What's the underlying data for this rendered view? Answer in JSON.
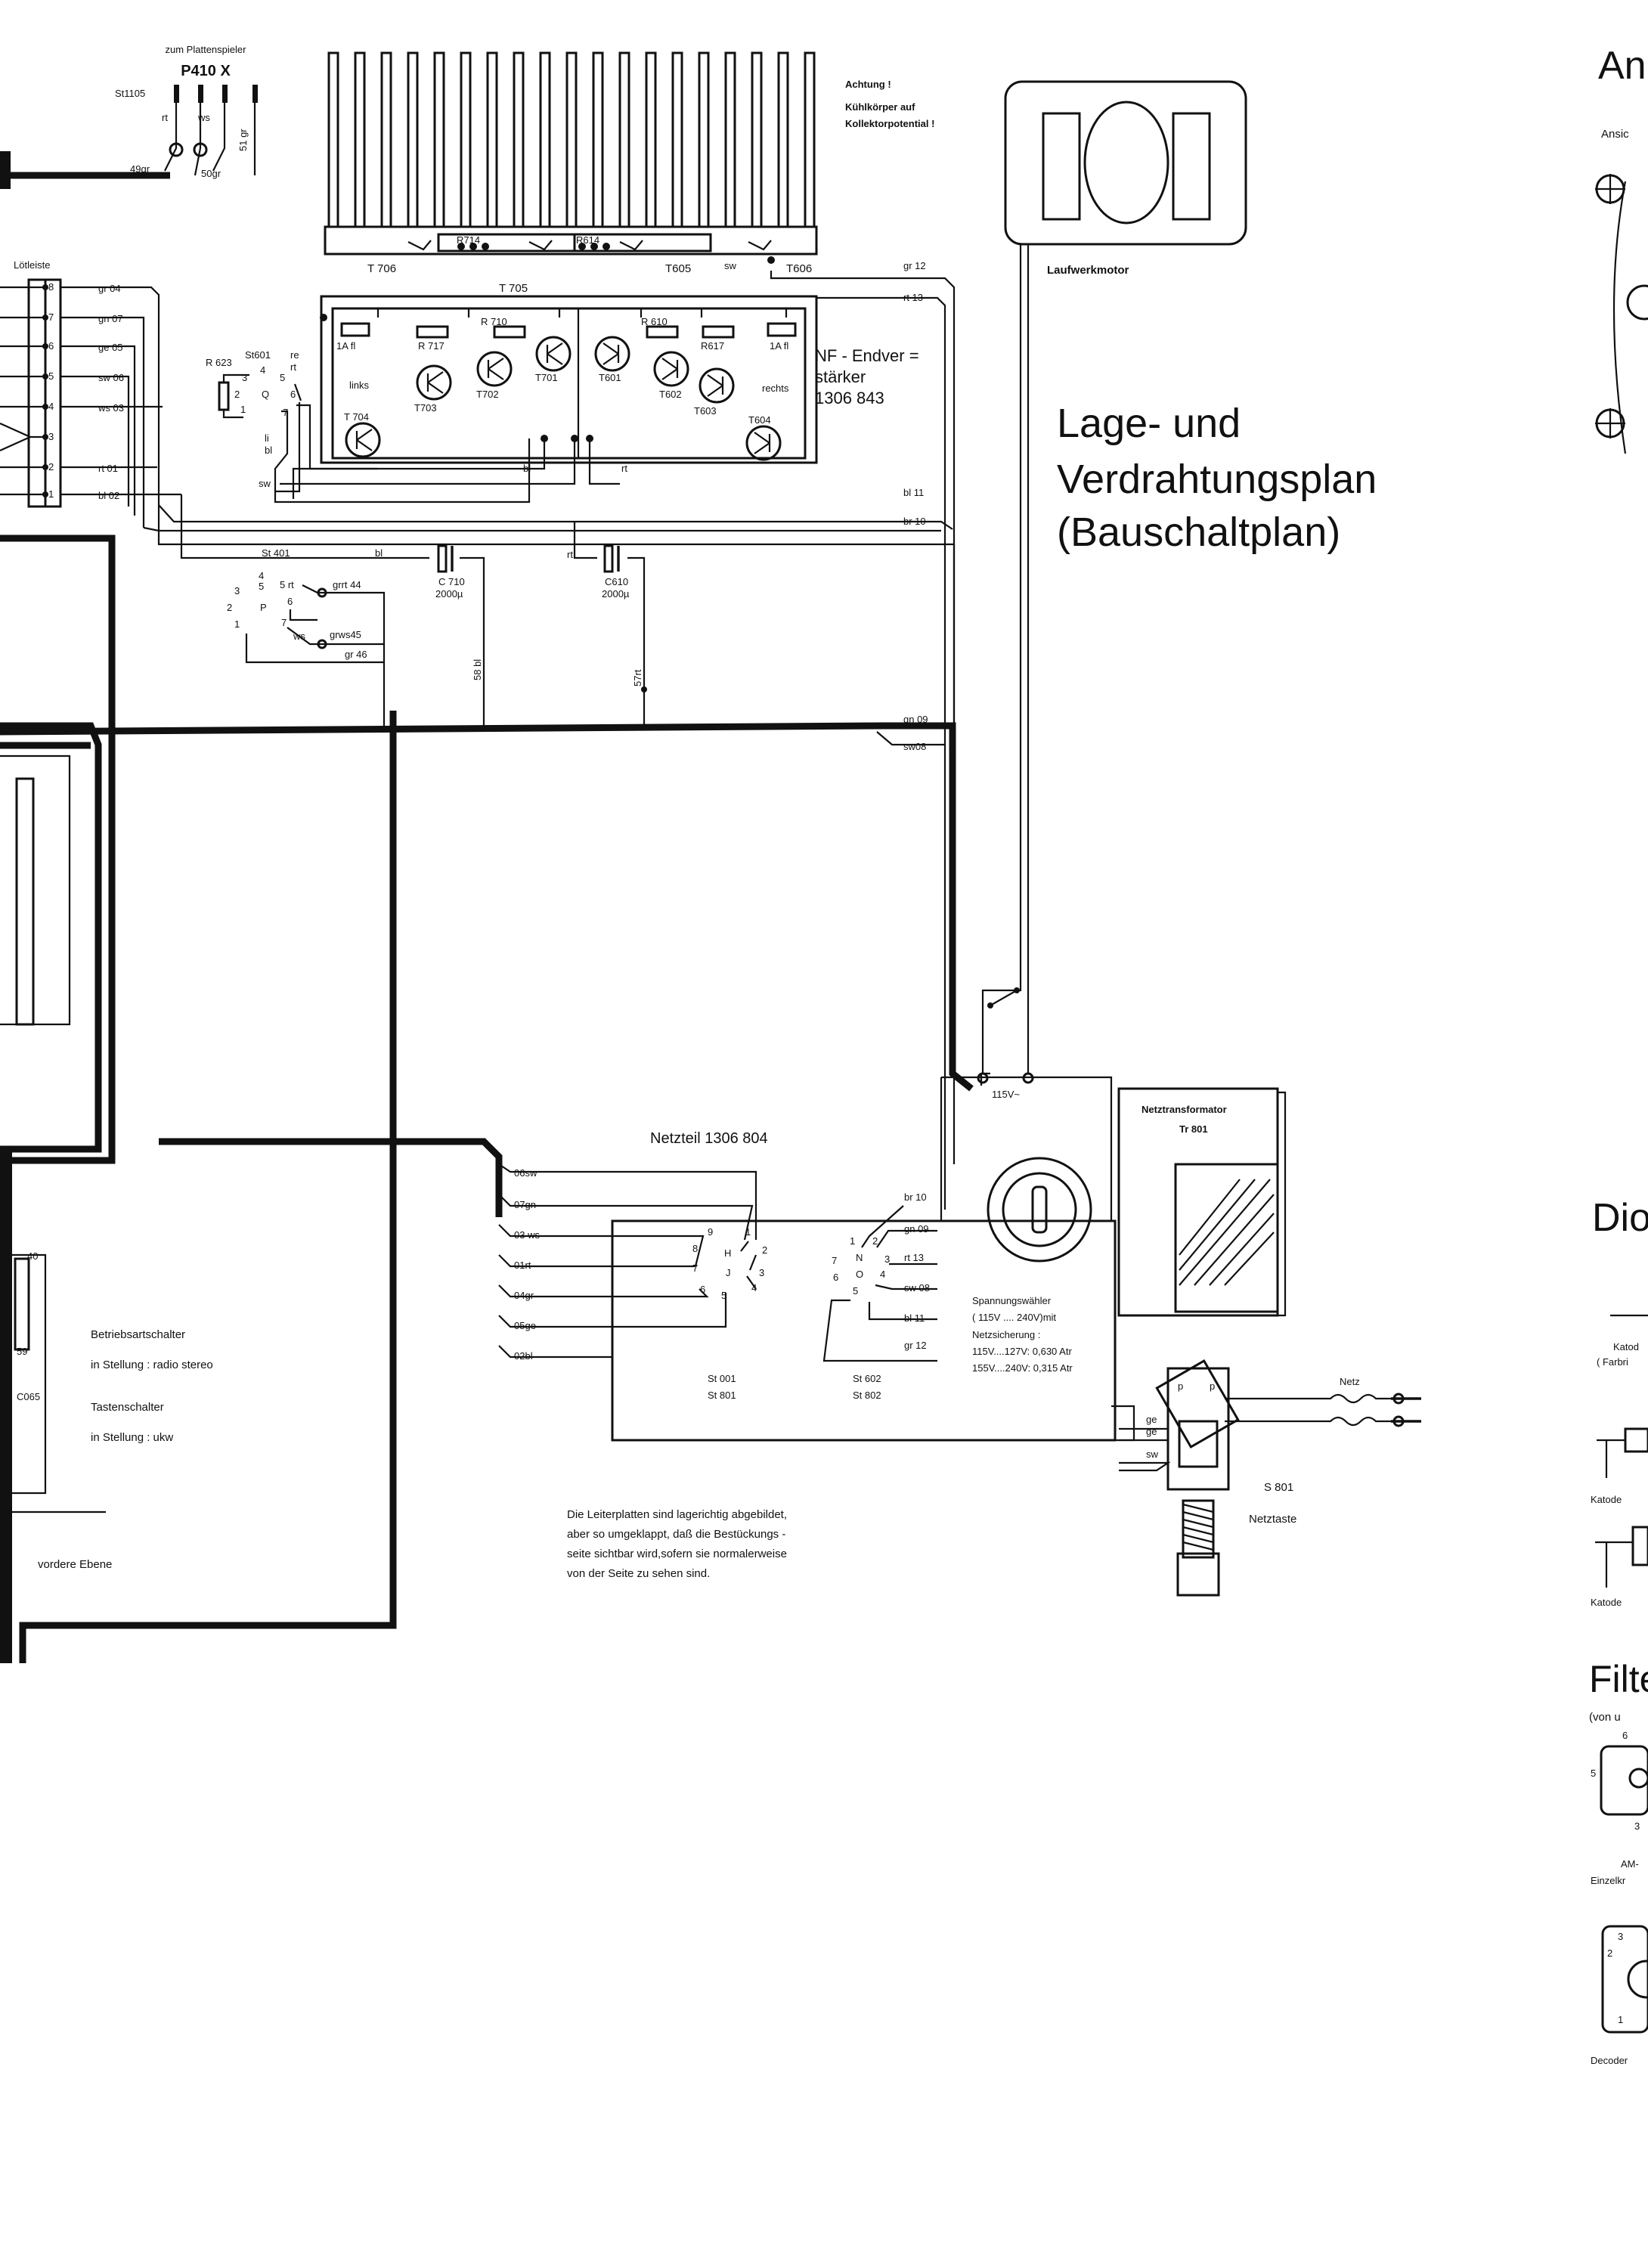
{
  "title": {
    "line1": "Lage- und",
    "line2": "Verdrahtungsplan",
    "line3": "(Bauschaltplan)"
  },
  "right_edge": {
    "heading_top": "An",
    "ansicht": "Ansic",
    "heading_dio": "Dio",
    "katode_farb_1": "Katod",
    "katode_farb_2": "( Farbri",
    "katode_1": "Katode",
    "katode_2": "Katode",
    "heading_filt": "Filte",
    "filt_sub": "(von u",
    "pin_6": "6",
    "pin_5": "5",
    "pin_3": "3",
    "am_1": "AM-",
    "am_2": "Einzelkr",
    "pin_3b": "3",
    "pin_2": "2",
    "pin_1": "1",
    "decoder": "Decoder"
  },
  "turntable": {
    "caption_1": "zum Plattenspieler",
    "model": "P410 X",
    "plug": "St1105",
    "wire_rt": "rt",
    "wire_ws": "ws",
    "wire_51gr": "51 gr",
    "wire_49gr": "49gr",
    "wire_50gr": "50gr"
  },
  "warning": {
    "line1": "Achtung !",
    "line2": "Kühlkörper auf",
    "line3": "Kollektorpotential !"
  },
  "motor": {
    "label": "Laufwerkmotor"
  },
  "amplifier": {
    "heatsink": {
      "T706": "T 706",
      "T705": "T 705",
      "T605": "T605",
      "T606": "T606",
      "R714": "R714",
      "R614": "R614",
      "sw": "sw"
    },
    "board": {
      "title_1": "NF - Endver =",
      "title_2": "stärker",
      "number": "1306 843",
      "fuse_l": "1A fl",
      "fuse_r": "1A fl",
      "R717": "R 717",
      "R710": "R 710",
      "R610": "R 610",
      "R617": "R617",
      "T701": "T701",
      "T702": "T702",
      "T703": "T703",
      "T704": "T 704",
      "T601": "T601",
      "T602": "T602",
      "T603": "T603",
      "T604": "T604",
      "links": "links",
      "rechts": "rechts",
      "bl": "bl",
      "rt": "rt"
    }
  },
  "loetleiste": {
    "label": "Lötleiste",
    "pins": [
      "8",
      "7",
      "6",
      "5",
      "4",
      "3",
      "2",
      "1"
    ],
    "wires": [
      "gr 04",
      "gn 07",
      "ge 05",
      "sw 06",
      "ws 03",
      "rt 01",
      "bl 02"
    ]
  },
  "st601": {
    "R623": "R 623",
    "St601": "St601",
    "re": "re",
    "rt": "rt",
    "p3": "3",
    "p4": "4",
    "p5": "5",
    "p2": "2",
    "p1": "1",
    "Q": "Q",
    "p6": "6",
    "p7": "7",
    "li": "li",
    "bl": "bl",
    "sw": "sw"
  },
  "right_wires": {
    "gr12": "gr 12",
    "rt13": "rt 13",
    "bl11": "bl 11",
    "br10": "br 10"
  },
  "st401": {
    "label": "St 401",
    "bl": "bl",
    "p4": "4",
    "p3": "3",
    "p5": "5",
    "p5rt": "5 rt",
    "p2": "2",
    "P": "P",
    "p6": "6",
    "p1": "1",
    "p7": "7",
    "ws": "ws",
    "grrt44": "grrt  44",
    "grws45": "grws45",
    "gr46": "gr 46"
  },
  "caps": {
    "C710": "C 710",
    "C710_val": "2000µ",
    "C610": "C610",
    "C610_val": "2000µ",
    "rt": "rt",
    "w58bl": "58 bl",
    "w57rt": "57rt"
  },
  "mid_wires": {
    "gn09": "gn 09",
    "sw08": "sw08"
  },
  "netzteil": {
    "title": "Netzteil  1306 804",
    "volt": "115V~",
    "trafo_1": "Netztransformator",
    "trafo_2": "Tr 801",
    "wires_left": [
      "06sw",
      "07gn",
      "03 ws",
      "01rt",
      "04gr",
      "05ge",
      "02bl"
    ],
    "sw_hj": {
      "p9": "9",
      "p1": "1",
      "p8": "8",
      "H": "H",
      "p2": "2",
      "p7": "7",
      "J": "J",
      "p3": "3",
      "p6": "6",
      "p5": "5",
      "p4": "4"
    },
    "sw_no": {
      "p1": "1",
      "p2": "2",
      "N": "N",
      "p7": "7",
      "p3": "3",
      "p6": "6",
      "O": "O",
      "p4": "4",
      "p5": "5"
    },
    "wires_right": [
      "br 10",
      "gn 09",
      "rt 13",
      "sw 08",
      "bl 11",
      "gr 12"
    ],
    "st_left_1": "St 001",
    "st_left_2": "St 801",
    "st_right_1": "St 602",
    "st_right_2": "St 802",
    "selector_1": "Spannungswähler",
    "selector_2": "( 115V .... 240V)mit",
    "selector_3": "Netzsicherung :",
    "selector_4": "115V....127V: 0,630 Atr",
    "selector_5": "155V....240V: 0,315 Atr"
  },
  "mains": {
    "netz": "Netz",
    "p_left": "p",
    "p_right": "p",
    "ge": "ge",
    "ge2": "ge",
    "sw": "sw",
    "switch_id": "S 801",
    "switch_label": "Netztaste"
  },
  "front_notes": {
    "pin40": "40",
    "pin59": "59",
    "c065": "C065",
    "op_switch_1": "Betriebsartschalter",
    "op_switch_2": "in Stellung : radio  stereo",
    "key_switch_1": "Tastenschalter",
    "key_switch_2": "in Stellung : ukw",
    "vordere": "vordere Ebene"
  },
  "footnote": {
    "line1": "Die Leiterplatten sind lagerichtig abgebildet,",
    "line2": "aber so umgeklappt, daß die Bestückungs -",
    "line3": "seite sichtbar wird,sofern sie normalerweise",
    "line4": "von der Seite zu sehen sind."
  }
}
